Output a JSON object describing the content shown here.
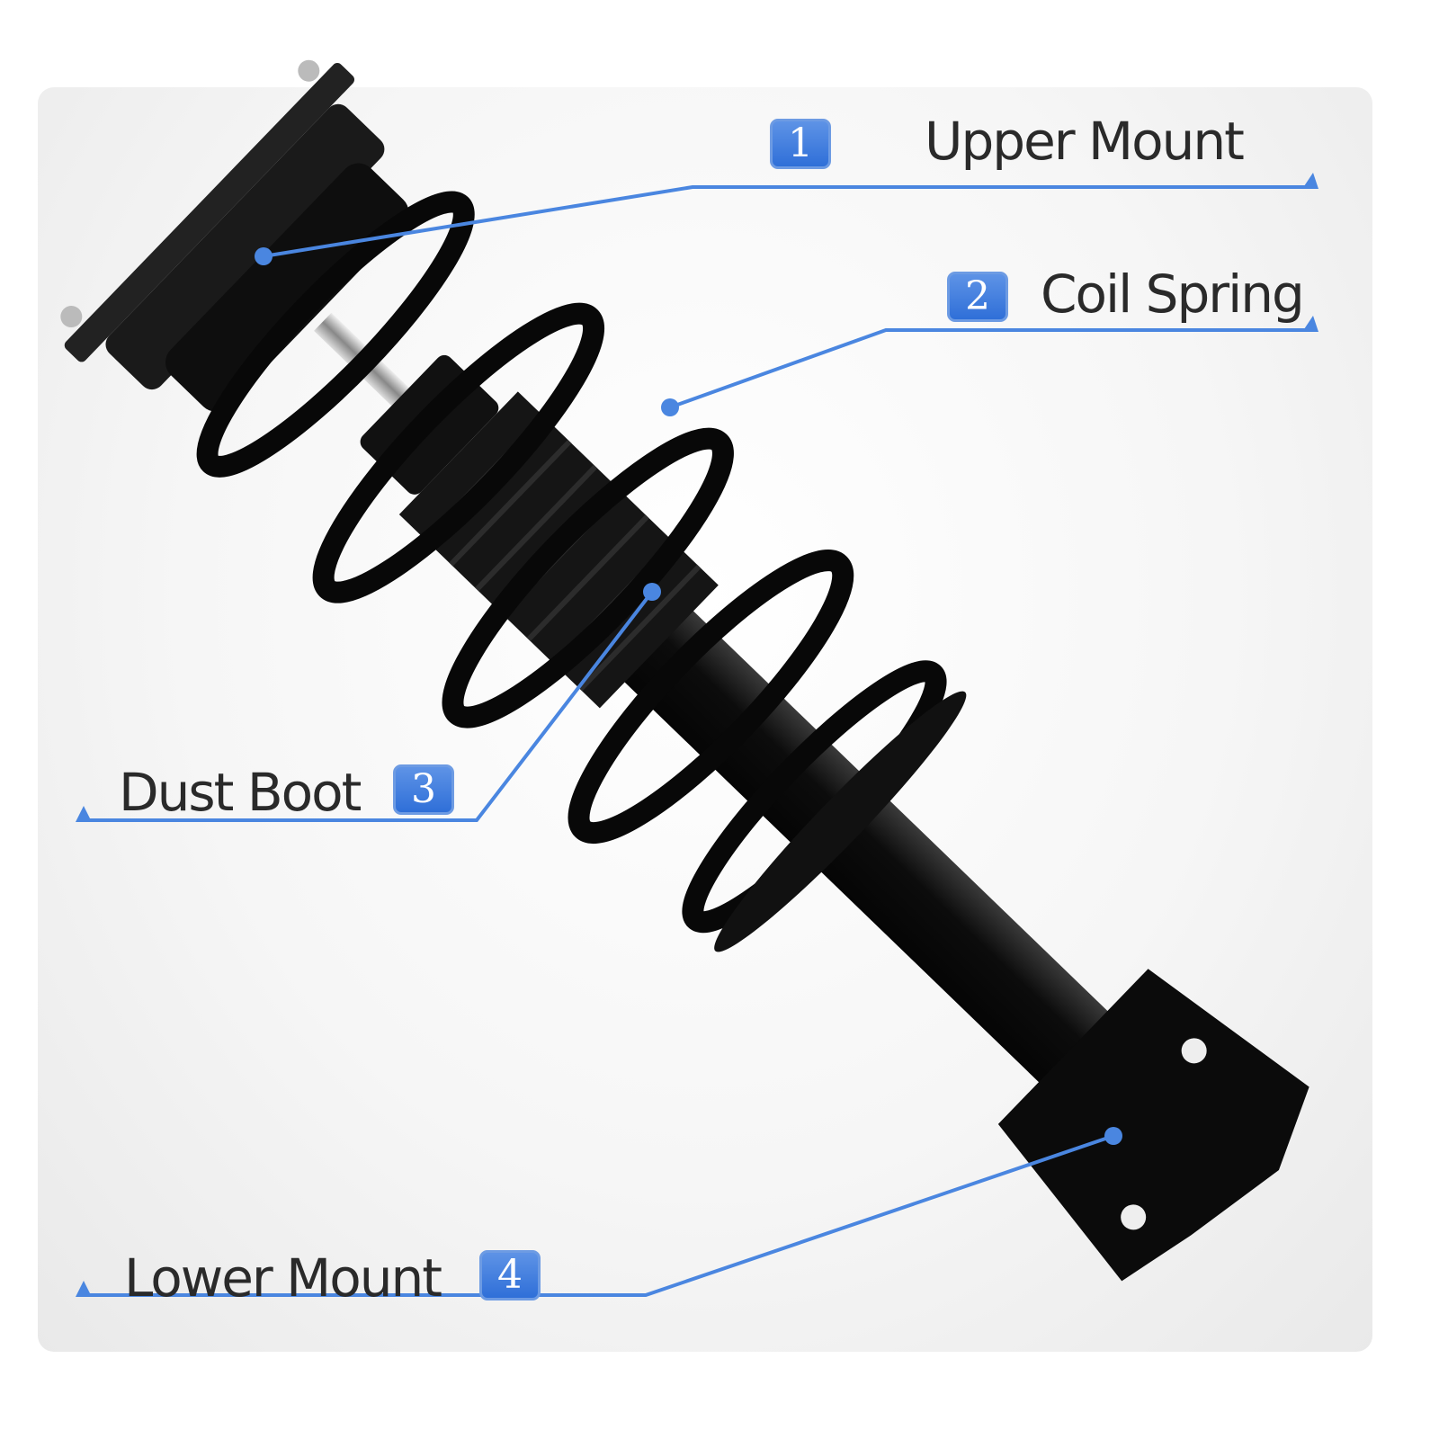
{
  "accent_color": "#4a86e0",
  "callouts": [
    {
      "number": "1",
      "label": "Upper Mount"
    },
    {
      "number": "2",
      "label": "Coil Spring"
    },
    {
      "number": "3",
      "label": "Dust Boot"
    },
    {
      "number": "4",
      "label": "Lower Mount"
    }
  ]
}
